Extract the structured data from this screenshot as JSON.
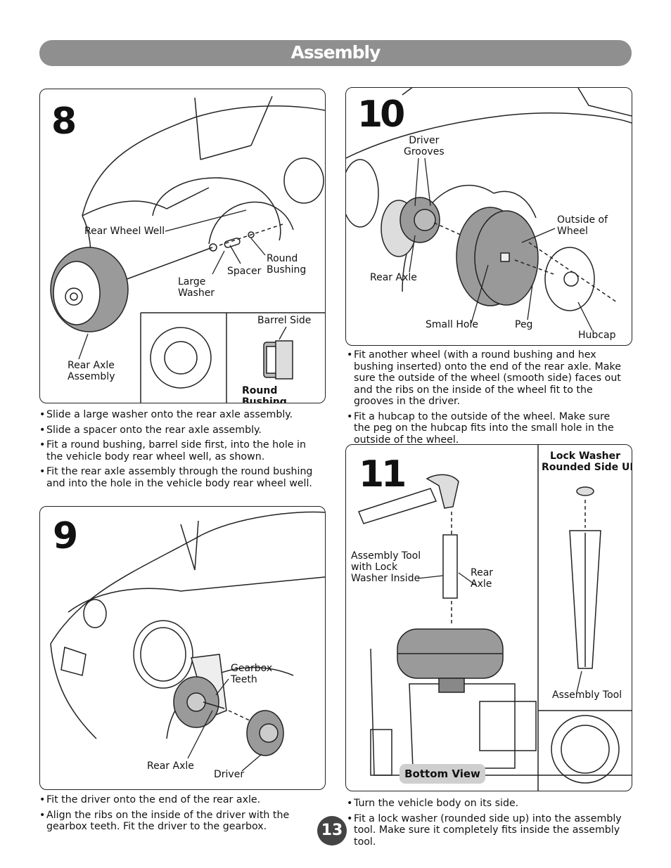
{
  "header": {
    "title": "Assembly"
  },
  "page_number": "13",
  "step8": {
    "number": "8",
    "labels": {
      "rear_wheel_well": "Rear Wheel Well",
      "round_bushing": "Round\nBushing",
      "spacer": "Spacer",
      "large_washer": "Large\nWasher",
      "rear_axle_assembly": "Rear Axle\nAssembly",
      "barrel_side": "Barrel Side",
      "round_bushing_caption": "Round Bushing"
    },
    "instructions": [
      "Slide a large washer onto the rear axle assembly.",
      "Slide a spacer onto the rear axle assembly.",
      "Fit a round bushing, barrel side first, into the hole in the vehicle body rear wheel well, as shown.",
      "Fit the rear axle assembly through the round bushing and into the hole in the vehicle body rear wheel well."
    ]
  },
  "step9": {
    "number": "9",
    "labels": {
      "gearbox_teeth": "Gearbox\nTeeth",
      "rear_axle": "Rear Axle",
      "driver": "Driver"
    },
    "instructions": [
      "Fit the driver onto the end of the rear axle.",
      "Align the ribs on the inside of the driver with the gearbox teeth. Fit the driver to the gearbox."
    ]
  },
  "step10": {
    "number": "10",
    "labels": {
      "driver_grooves": "Driver\nGrooves",
      "outside_of_wheel": "Outside of\nWheel",
      "rear_axle": "Rear Axle",
      "small_hole": "Small Hole",
      "peg": "Peg",
      "hubcap": "Hubcap"
    },
    "instructions": [
      "Fit another wheel (with a round bushing and hex bushing inserted) onto the end of the rear axle. Make sure the outside of the wheel (smooth side) faces out and the ribs on the inside of the wheel fit to the grooves in the driver.",
      "Fit a hubcap to the outside of the wheel. Make sure the peg on the hubcap fits into the small hole in the outside of the wheel."
    ]
  },
  "step11": {
    "number": "11",
    "labels": {
      "lock_washer": "Lock Washer\nRounded Side UP",
      "assembly_tool_with_washer": "Assembly Tool\nwith Lock\nWasher Inside",
      "rear_axle": "Rear\nAxle",
      "assembly_tool": "Assembly Tool",
      "bottom_view": "Bottom View"
    },
    "instructions": [
      "Turn the vehicle body on its side.",
      "Fit a lock washer (rounded side up) into the assembly tool. Make sure it completely fits inside the assembly tool."
    ]
  }
}
